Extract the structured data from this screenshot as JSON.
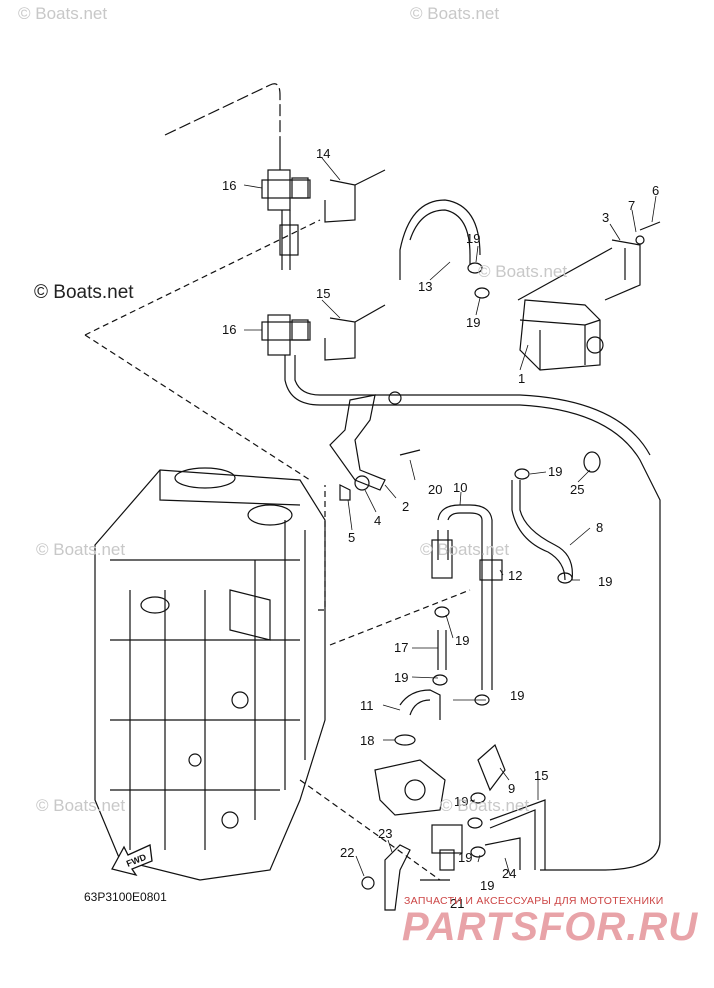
{
  "watermarks": [
    {
      "text": "© Boats.net"
    },
    {
      "text": "© Boats.net"
    },
    {
      "text": "© Boats.net"
    },
    {
      "text": "© Boats.net"
    },
    {
      "text": "© Boats.net"
    },
    {
      "text": "© Boats.net"
    },
    {
      "text": "© Boats.net"
    }
  ],
  "main_watermark": "© Boats.net",
  "diagram_code": "63P3100E0801",
  "fwd_label": "FWD",
  "promo_text": "ЗАПЧАСТИ И АКСЕССУАРЫ ДЛЯ МОТОТЕХНИКИ",
  "brand_text": "PARTSFOR.RU",
  "callouts": [
    "1",
    "2",
    "3",
    "4",
    "5",
    "6",
    "7",
    "8",
    "9",
    "10",
    "11",
    "12",
    "13",
    "14",
    "15",
    "15",
    "16",
    "16",
    "17",
    "18",
    "19",
    "19",
    "19",
    "19",
    "19",
    "19",
    "19",
    "19",
    "19",
    "19",
    "20",
    "21",
    "22",
    "23",
    "24",
    "25"
  ],
  "colors": {
    "line": "#111111",
    "watermark": "#c8c8c8",
    "brand": "#e8a3a8",
    "promo": "#cc4444"
  }
}
